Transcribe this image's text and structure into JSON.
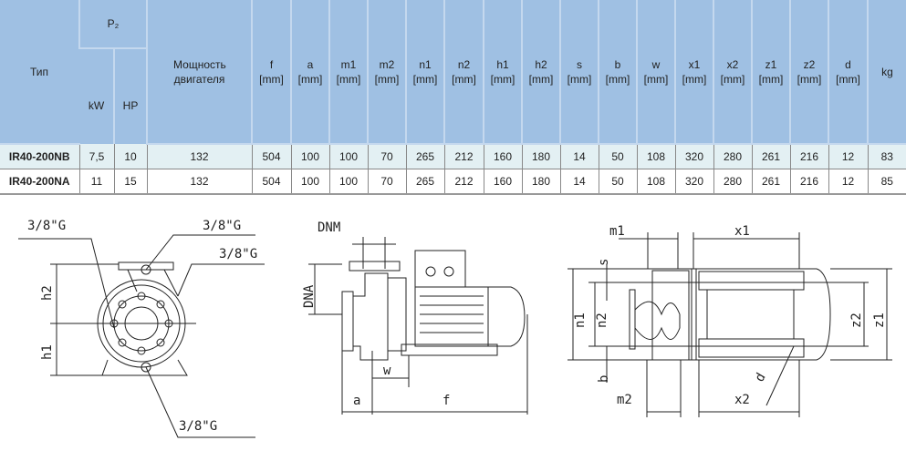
{
  "table": {
    "headers": {
      "type": "Тип",
      "p2": "P₂",
      "kw": "kW",
      "hp": "HP",
      "motor": "Мощность двигателя",
      "dims": [
        {
          "name": "f",
          "unit": "[mm]"
        },
        {
          "name": "a",
          "unit": "[mm]"
        },
        {
          "name": "m1",
          "unit": "[mm]"
        },
        {
          "name": "m2",
          "unit": "[mm]"
        },
        {
          "name": "n1",
          "unit": "[mm]"
        },
        {
          "name": "n2",
          "unit": "[mm]"
        },
        {
          "name": "h1",
          "unit": "[mm]"
        },
        {
          "name": "h2",
          "unit": "[mm]"
        },
        {
          "name": "s",
          "unit": "[mm]"
        },
        {
          "name": "b",
          "unit": "[mm]"
        },
        {
          "name": "w",
          "unit": "[mm]"
        },
        {
          "name": "x1",
          "unit": "[mm]"
        },
        {
          "name": "x2",
          "unit": "[mm]"
        },
        {
          "name": "z1",
          "unit": "[mm]"
        },
        {
          "name": "z2",
          "unit": "[mm]"
        },
        {
          "name": "d",
          "unit": "[mm]"
        }
      ],
      "kg": "kg"
    },
    "rows": [
      [
        "IR40-200NB",
        "7,5",
        "10",
        "132",
        "504",
        "100",
        "100",
        "70",
        "265",
        "212",
        "160",
        "180",
        "14",
        "50",
        "108",
        "320",
        "280",
        "261",
        "216",
        "12",
        "83"
      ],
      [
        "IR40-200NA",
        "11",
        "15",
        "132",
        "504",
        "100",
        "100",
        "70",
        "265",
        "212",
        "160",
        "180",
        "14",
        "50",
        "108",
        "320",
        "280",
        "261",
        "216",
        "12",
        "85"
      ]
    ]
  },
  "drawings": {
    "front": {
      "g1": "3/8\"G",
      "g2": "3/8\"G",
      "g3": "3/8\"G",
      "g4": "3/8\"G",
      "h1": "h1",
      "h2": "h2"
    },
    "side": {
      "dnm": "DNM",
      "dna": "DNA",
      "w": "w",
      "a": "a",
      "f": "f"
    },
    "top": {
      "m1": "m1",
      "x1": "x1",
      "s": "s",
      "n1": "n1",
      "n2": "n2",
      "b": "b",
      "m2": "m2",
      "x2": "x2",
      "z1": "z1",
      "z2": "z2",
      "d": "d"
    }
  }
}
